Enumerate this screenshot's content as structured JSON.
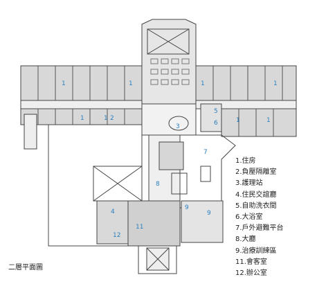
{
  "legend": [
    "1.住房",
    "2.負壓隔離室",
    "3.護理站",
    "4.住民交誼廳",
    "5.自助洗衣間",
    "6.大浴室",
    "7.戶外避難平台",
    "8.大廳",
    "9.治療訓練區",
    "11.會客室",
    "12.辦公室"
  ],
  "caption": "二層平面圖",
  "plan_labels": {
    "rooms": "1",
    "isolation": "2",
    "nurse": "3",
    "lounge": "4",
    "laundry": "5",
    "bath": "6",
    "terrace": "7",
    "lobby": "8",
    "therapy": "9",
    "visit": "11",
    "office": "12"
  },
  "colors": {
    "label": "#2a7fc0",
    "line": "#444444",
    "fill": "#dcdcdc"
  }
}
